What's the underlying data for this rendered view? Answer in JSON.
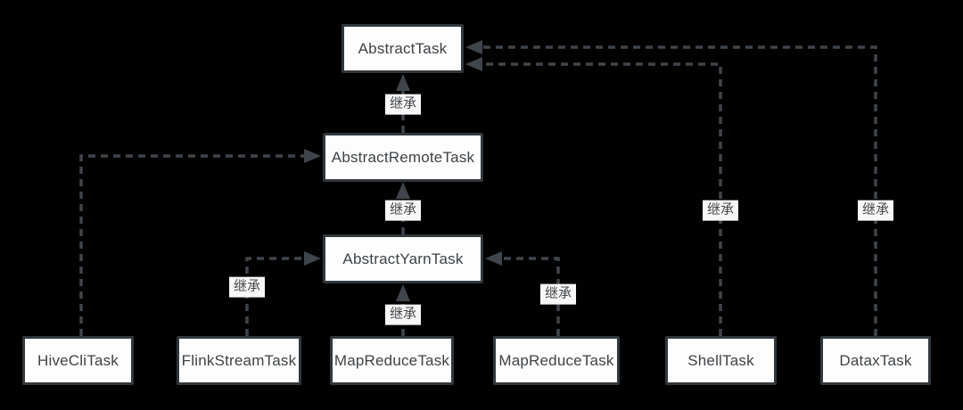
{
  "diagram": {
    "description": "Class inheritance diagram of task classes",
    "background_color": "#010101",
    "node_fill_color": "#fdfdfd",
    "node_border_color": "#32373c",
    "node_text_color": "#3e4347",
    "connector_color": "#40454c",
    "nodes": {
      "abstract_task": {
        "label": "AbstractTask"
      },
      "abstract_remote_task": {
        "label": "AbstractRemoteTask"
      },
      "abstract_yarn_task": {
        "label": "AbstractYarnTask"
      },
      "hive_cli_task": {
        "label": "HiveCliTask"
      },
      "flink_stream_task": {
        "label": "FlinkStreamTask"
      },
      "map_reduce_task_1": {
        "label": "MapReduceTask"
      },
      "map_reduce_task_2": {
        "label": "MapReduceTask"
      },
      "shell_task": {
        "label": "ShellTask"
      },
      "datax_task": {
        "label": "DataxTask"
      }
    },
    "edges": [
      {
        "from": "AbstractRemoteTask",
        "to": "AbstractTask",
        "label": "继承"
      },
      {
        "from": "AbstractYarnTask",
        "to": "AbstractRemoteTask",
        "label": "继承"
      },
      {
        "from": "MapReduceTask",
        "to": "AbstractYarnTask",
        "label": "继承"
      },
      {
        "from": "HiveCliTask",
        "to": "AbstractRemoteTask"
      },
      {
        "from": "FlinkStreamTask",
        "to": "AbstractYarnTask",
        "label": "继承"
      },
      {
        "from": "MapReduceTask",
        "to": "AbstractYarnTask",
        "label": "继承"
      },
      {
        "from": "ShellTask",
        "to": "AbstractTask",
        "label": "继承"
      },
      {
        "from": "DataxTask",
        "to": "AbstractTask",
        "label": "继承"
      }
    ]
  }
}
